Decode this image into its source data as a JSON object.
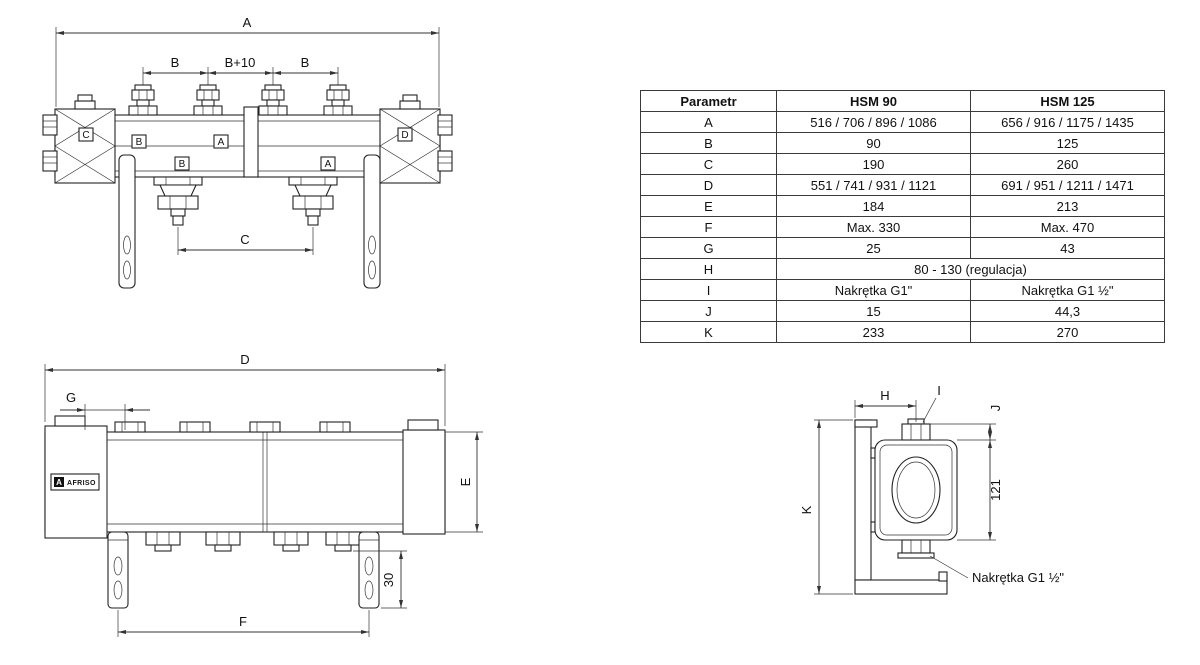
{
  "table": {
    "headers": [
      "Parametr",
      "HSM 90",
      "HSM 125"
    ],
    "rows": [
      {
        "param": "A",
        "hsm90": "516 / 706 / 896 / 1086",
        "hsm125": "656 / 916 / 1175 / 1435"
      },
      {
        "param": "B",
        "hsm90": "90",
        "hsm125": "125"
      },
      {
        "param": "C",
        "hsm90": "190",
        "hsm125": "260"
      },
      {
        "param": "D",
        "hsm90": "551 / 741 / 931 / 1121",
        "hsm125": "691 / 951 / 1211 / 1471"
      },
      {
        "param": "E",
        "hsm90": "184",
        "hsm125": "213"
      },
      {
        "param": "F",
        "hsm90": "Max. 330",
        "hsm125": "Max. 470"
      },
      {
        "param": "G",
        "hsm90": "25",
        "hsm125": "43"
      },
      {
        "param": "H",
        "span": "80 - 130 (regulacja)"
      },
      {
        "param": "I",
        "hsm90": "Nakrętka G1\"",
        "hsm125": "Nakrętka G1 ½\""
      },
      {
        "param": "J",
        "hsm90": "15",
        "hsm125": "44,3"
      },
      {
        "param": "K",
        "hsm90": "233",
        "hsm125": "270"
      }
    ]
  },
  "front_view": {
    "dim_a": "A",
    "dim_b_left": "B",
    "dim_b_mid": "B+10",
    "dim_b_right": "B",
    "dim_c": "C",
    "label_c": "C",
    "label_b1": "B",
    "label_a1": "A",
    "label_b2": "B",
    "label_a2": "A",
    "label_d": "D"
  },
  "top_view": {
    "dim_d": "D",
    "dim_g": "G",
    "dim_e": "E",
    "dim_f": "F",
    "dim_offset": "30",
    "logo_mark": "A",
    "logo_text": "AFRISO"
  },
  "side_view": {
    "dim_h": "H",
    "dim_i": "I",
    "dim_j": "J",
    "dim_k": "K",
    "dim_height": "121",
    "nut_label": "Nakrętka G1 ½\""
  }
}
